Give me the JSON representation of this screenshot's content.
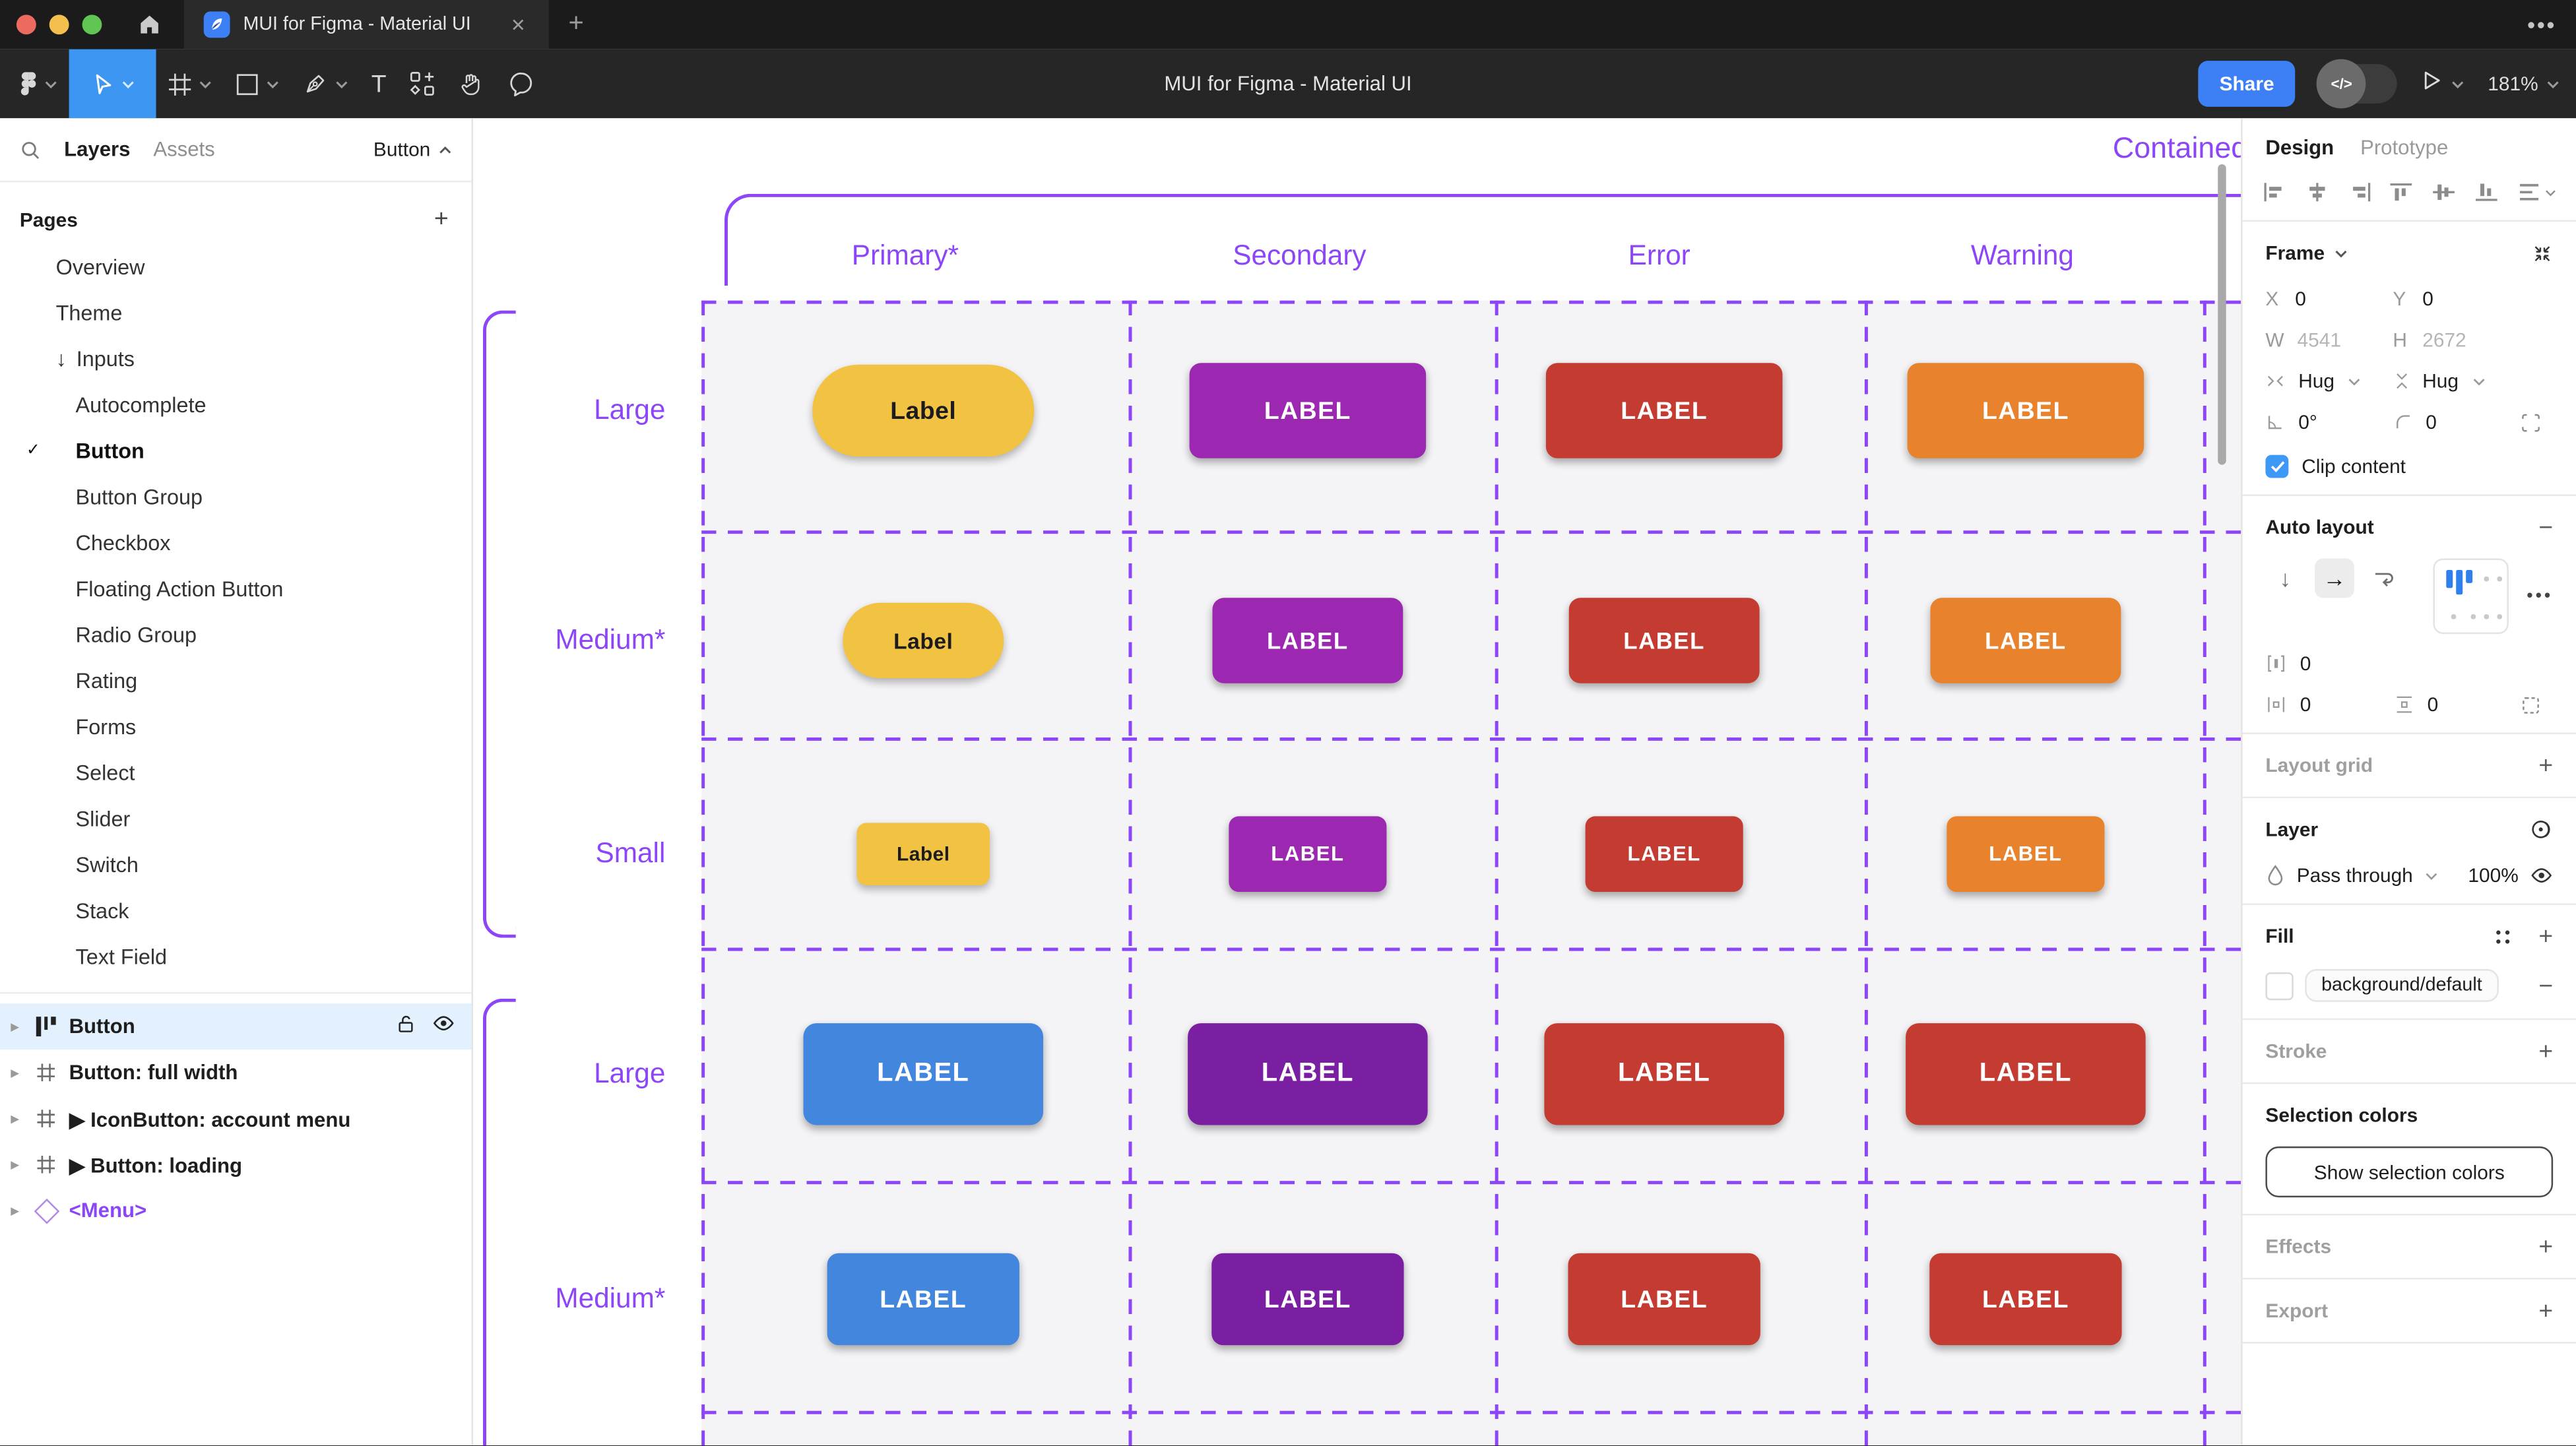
{
  "titlebar": {
    "tab_title": "MUI for Figma - Material UI",
    "close_glyph": "✕",
    "new_tab_glyph": "+",
    "more_glyph": "•••",
    "traffic_lights": [
      "close-light",
      "minimize-light",
      "zoom-light"
    ]
  },
  "toolbar": {
    "document_title": "MUI for Figma - Material UI",
    "share_label": "Share",
    "dev_toggle_glyph": "</>",
    "zoom_level": "181%",
    "tools": [
      "figma-menu",
      "move-tool",
      "frame-tool",
      "shape-tool",
      "pen-tool",
      "text-tool",
      "actions-tool",
      "hand-tool",
      "comment-tool"
    ]
  },
  "colors": {
    "accent_blue": "#3d7ff5",
    "selected_tool_blue": "#3d96f2",
    "figma_purple": "#8d46f7",
    "selection_row_blue": "#e3f0fd",
    "checkbox_blue": "#3d99f5"
  },
  "sidebar": {
    "tabs": {
      "layers": "Layers",
      "assets": "Assets"
    },
    "page_selector": "Button",
    "pages_header": "Pages",
    "pages": [
      {
        "label": "Overview",
        "indent": 1
      },
      {
        "label": "Theme",
        "indent": 1
      },
      {
        "label": "Inputs",
        "indent": 1,
        "arrow": "↓"
      },
      {
        "label": "Autocomplete",
        "indent": 2
      },
      {
        "label": "Button",
        "indent": 2,
        "checked": true,
        "bold": true
      },
      {
        "label": "Button Group",
        "indent": 2
      },
      {
        "label": "Checkbox",
        "indent": 2
      },
      {
        "label": "Floating Action Button",
        "indent": 2
      },
      {
        "label": "Radio Group",
        "indent": 2
      },
      {
        "label": "Rating",
        "indent": 2
      },
      {
        "label": "Forms",
        "indent": 2
      },
      {
        "label": "Select",
        "indent": 2
      },
      {
        "label": "Slider",
        "indent": 2
      },
      {
        "label": "Switch",
        "indent": 2
      },
      {
        "label": "Stack",
        "indent": 2
      },
      {
        "label": "Text Field",
        "indent": 2
      }
    ],
    "layers": [
      {
        "label": "Button",
        "icon": "auto-layout",
        "selected": true,
        "trailing": [
          "lock-open-icon",
          "eye-icon"
        ]
      },
      {
        "label": "Button: full width",
        "icon": "frame"
      },
      {
        "label": "▶ IconButton: account menu",
        "icon": "frame"
      },
      {
        "label": "▶ Button: loading",
        "icon": "frame"
      },
      {
        "label": "<Menu>",
        "icon": "instance",
        "purple": true
      }
    ]
  },
  "canvas": {
    "frame_label": "Contained",
    "columns": [
      "Primary*",
      "Secondary",
      "Error",
      "Warning"
    ],
    "groups": [
      {
        "rows": [
          {
            "label": "Large",
            "size": "lg",
            "buttons": [
              {
                "text": "Label",
                "bg": "#f2c243",
                "fg": "#1c1c1e",
                "pill": true
              },
              {
                "text": "LABEL",
                "bg": "#9c27b0",
                "fg": "#ffffff"
              },
              {
                "text": "LABEL",
                "bg": "#c33b31",
                "fg": "#ffffff"
              },
              {
                "text": "LABEL",
                "bg": "#e8822c",
                "fg": "#ffffff"
              }
            ]
          },
          {
            "label": "Medium*",
            "size": "md",
            "buttons": [
              {
                "text": "Label",
                "bg": "#f2c243",
                "fg": "#1c1c1e",
                "pill": true
              },
              {
                "text": "LABEL",
                "bg": "#9c27b0",
                "fg": "#ffffff"
              },
              {
                "text": "LABEL",
                "bg": "#c33b31",
                "fg": "#ffffff"
              },
              {
                "text": "LABEL",
                "bg": "#e8822c",
                "fg": "#ffffff"
              }
            ]
          },
          {
            "label": "Small",
            "size": "sm",
            "buttons": [
              {
                "text": "Label",
                "bg": "#f2c243",
                "fg": "#1c1c1e",
                "pill": true
              },
              {
                "text": "LABEL",
                "bg": "#9c27b0",
                "fg": "#ffffff"
              },
              {
                "text": "LABEL",
                "bg": "#c33b31",
                "fg": "#ffffff"
              },
              {
                "text": "LABEL",
                "bg": "#e8822c",
                "fg": "#ffffff"
              }
            ]
          }
        ]
      },
      {
        "rows": [
          {
            "label": "Large",
            "size": "lg2",
            "buttons": [
              {
                "text": "LABEL",
                "bg": "#4286dd",
                "fg": "#ffffff"
              },
              {
                "text": "LABEL",
                "bg": "#7b1fa2",
                "fg": "#ffffff"
              },
              {
                "text": "LABEL",
                "bg": "#c33b31",
                "fg": "#ffffff"
              },
              {
                "text": "LABEL",
                "bg": "#c33b31",
                "fg": "#ffffff"
              }
            ]
          },
          {
            "label": "Medium*",
            "size": "md2",
            "buttons": [
              {
                "text": "LABEL",
                "bg": "#4286dd",
                "fg": "#ffffff"
              },
              {
                "text": "LABEL",
                "bg": "#7b1fa2",
                "fg": "#ffffff"
              },
              {
                "text": "LABEL",
                "bg": "#c33b31",
                "fg": "#ffffff"
              },
              {
                "text": "LABEL",
                "bg": "#c33b31",
                "fg": "#ffffff"
              }
            ]
          }
        ]
      }
    ]
  },
  "inspector": {
    "tabs": {
      "design": "Design",
      "prototype": "Prototype"
    },
    "align_icons": [
      "align-left-icon",
      "align-h-center-icon",
      "align-right-icon",
      "align-top-icon",
      "align-v-center-icon",
      "align-bottom-icon",
      "distribute-icon"
    ],
    "frame": {
      "title": "Frame",
      "x_label": "X",
      "x": "0",
      "y_label": "Y",
      "y": "0",
      "w_label": "W",
      "w": "4541",
      "h_label": "H",
      "h": "2672",
      "hug_h": "Hug",
      "hug_v": "Hug",
      "rotation": "0°",
      "radius": "0",
      "clip_label": "Clip content",
      "clip_checked": "✓"
    },
    "auto_layout": {
      "title": "Auto layout",
      "gap": "0",
      "pad_h": "0",
      "pad_v": "0",
      "more_glyph": "•••"
    },
    "layout_grid": {
      "title": "Layout grid"
    },
    "layer": {
      "title": "Layer",
      "blend_mode": "Pass through",
      "opacity": "100%"
    },
    "fill": {
      "title": "Fill",
      "token": "background/default"
    },
    "stroke": {
      "title": "Stroke"
    },
    "selection_colors": {
      "title": "Selection colors",
      "button_label": "Show selection colors"
    },
    "effects": {
      "title": "Effects"
    },
    "export": {
      "title": "Export"
    }
  }
}
